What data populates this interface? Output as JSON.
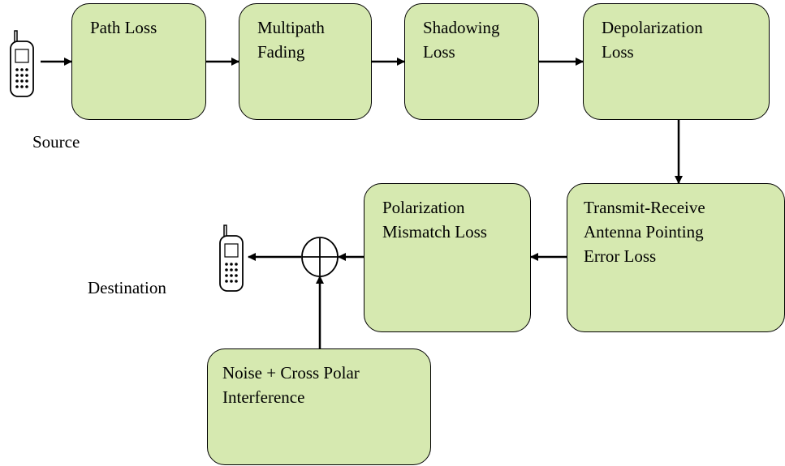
{
  "blocks": {
    "path_loss": {
      "line1": "Path Loss",
      "line2": ""
    },
    "multipath_fading": {
      "line1": "Multipath",
      "line2": "Fading"
    },
    "shadowing_loss": {
      "line1": "Shadowing",
      "line2": "Loss"
    },
    "depolarization_loss": {
      "line1": "Depolarization",
      "line2": "Loss"
    },
    "pointing_error_loss": {
      "line1": "Transmit-Receive",
      "line2": "Antenna Pointing",
      "line3": "Error Loss"
    },
    "polarization_mismatch_loss": {
      "line1": "Polarization",
      "line2": "Mismatch Loss"
    },
    "noise_interference": {
      "line1": "Noise + Cross Polar",
      "line2": "Interference"
    }
  },
  "labels": {
    "source": "Source",
    "destination": "Destination"
  },
  "icons": {
    "source": "mobile-phone-icon",
    "destination": "mobile-phone-icon",
    "summer": "summing-junction-icon"
  },
  "colors": {
    "block_fill": "#d6e9b0",
    "stroke": "#000000"
  }
}
